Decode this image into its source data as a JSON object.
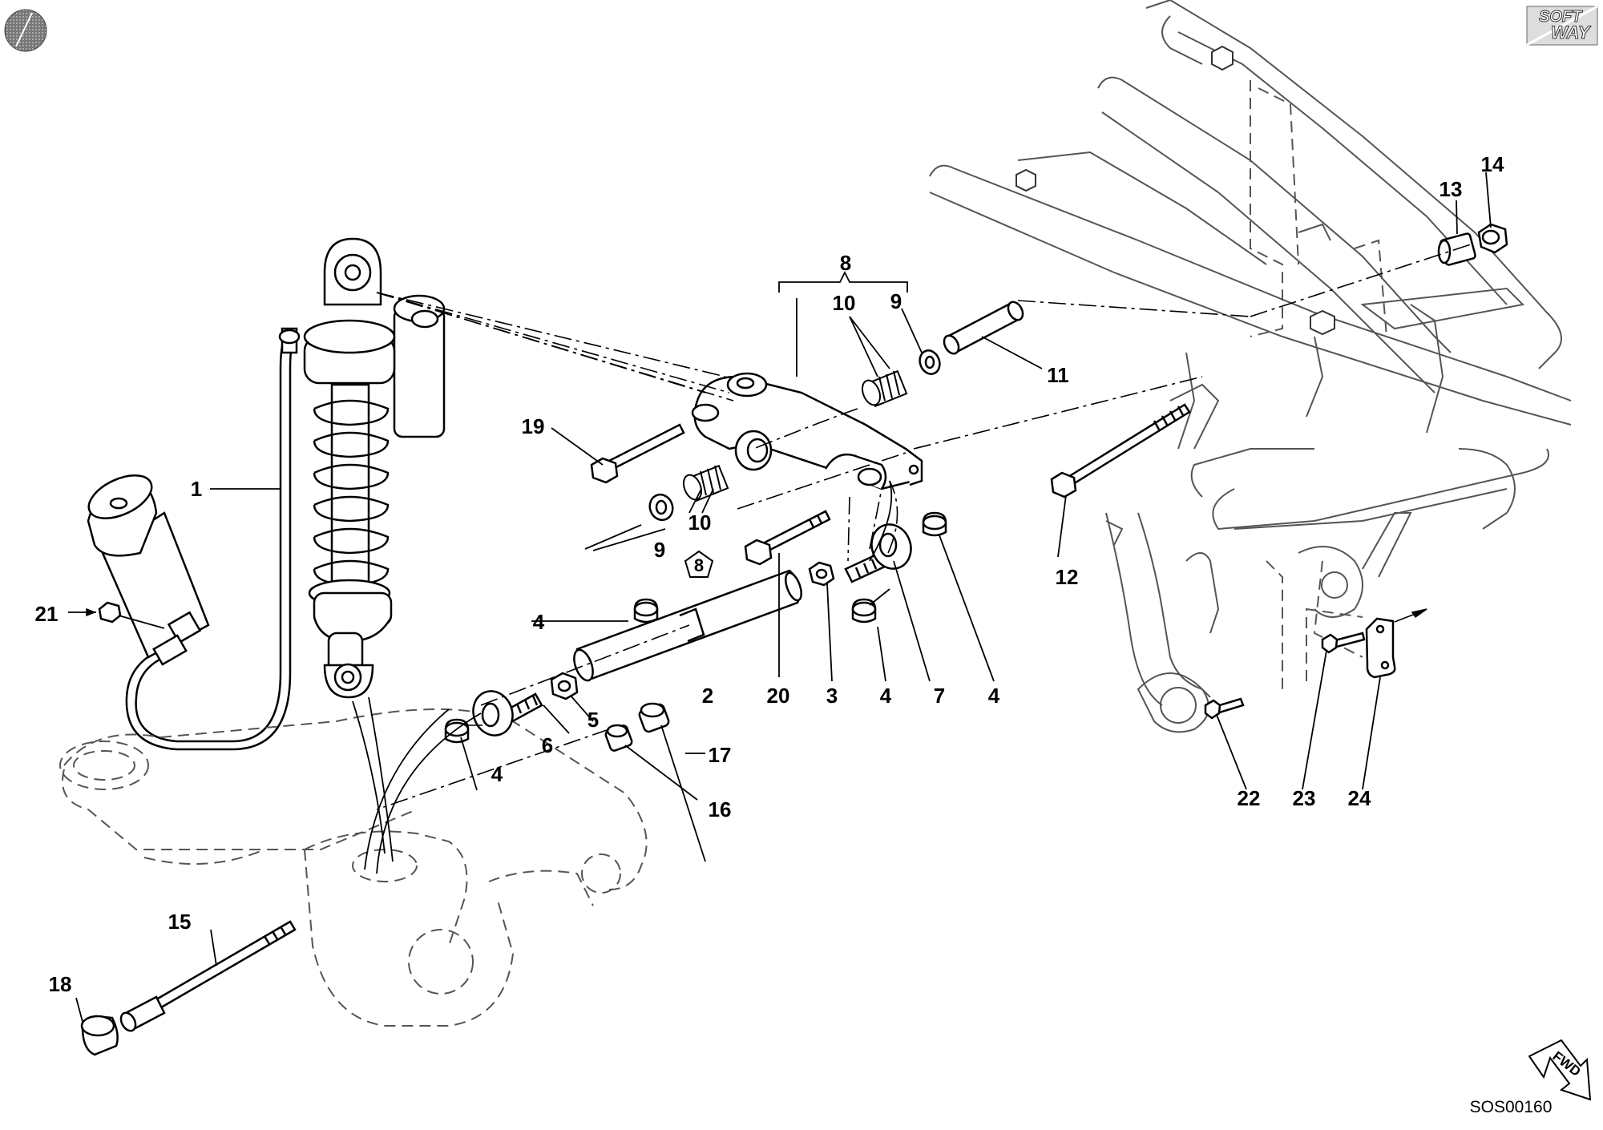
{
  "diagram": {
    "drawing_code": "SOS00160",
    "logo": {
      "line1": "SOFT",
      "line2": "WAY"
    },
    "direction_mark": "FWD",
    "reference_badge": "8",
    "callouts": [
      {
        "id": "c1",
        "text": "1"
      },
      {
        "id": "c2",
        "text": "2"
      },
      {
        "id": "c3",
        "text": "3"
      },
      {
        "id": "c4a",
        "text": "4"
      },
      {
        "id": "c4b",
        "text": "4"
      },
      {
        "id": "c4c",
        "text": "4"
      },
      {
        "id": "c4d",
        "text": "4"
      },
      {
        "id": "c5",
        "text": "5"
      },
      {
        "id": "c6",
        "text": "6"
      },
      {
        "id": "c7",
        "text": "7"
      },
      {
        "id": "c8",
        "text": "8"
      },
      {
        "id": "c9a",
        "text": "9"
      },
      {
        "id": "c9b",
        "text": "9"
      },
      {
        "id": "c10a",
        "text": "10"
      },
      {
        "id": "c10b",
        "text": "10"
      },
      {
        "id": "c11",
        "text": "11"
      },
      {
        "id": "c12",
        "text": "12"
      },
      {
        "id": "c13",
        "text": "13"
      },
      {
        "id": "c14",
        "text": "14"
      },
      {
        "id": "c15",
        "text": "15"
      },
      {
        "id": "c16",
        "text": "16"
      },
      {
        "id": "c17",
        "text": "17"
      },
      {
        "id": "c18",
        "text": "18"
      },
      {
        "id": "c19",
        "text": "19"
      },
      {
        "id": "c20",
        "text": "20"
      },
      {
        "id": "c21",
        "text": "21"
      },
      {
        "id": "c22",
        "text": "22"
      },
      {
        "id": "c23",
        "text": "23"
      },
      {
        "id": "c24",
        "text": "24"
      }
    ]
  }
}
